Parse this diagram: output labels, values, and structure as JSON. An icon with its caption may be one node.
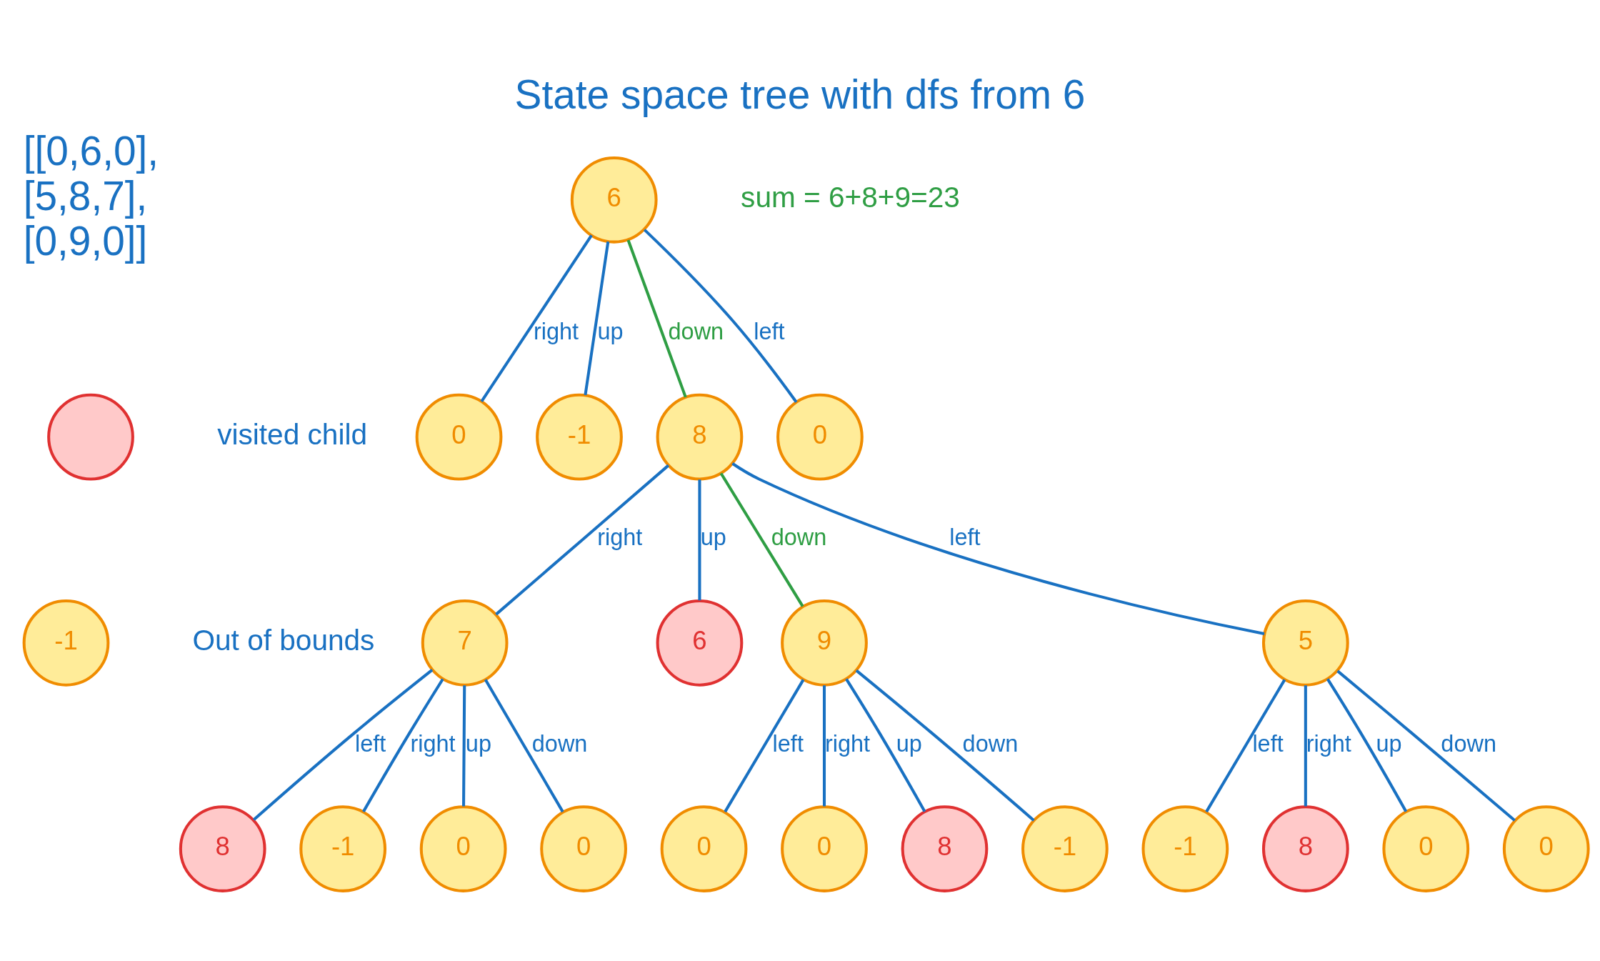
{
  "diagram": {
    "title": "State space tree with dfs from 6",
    "nodes": [
      {
        "text": [
          "6"
        ]
      },
      {
        "text": [
          "0"
        ]
      },
      {
        "text": [
          "0"
        ]
      },
      {
        "text": [
          "-1"
        ]
      },
      {
        "text": [
          "8"
        ]
      },
      {
        "text": [
          "5"
        ]
      },
      {
        "text": [
          "7"
        ]
      },
      {
        "text": [
          "6"
        ]
      },
      {
        "text": [
          "9"
        ]
      },
      {
        "text": [
          "-1"
        ]
      },
      {
        "text": [
          "8"
        ]
      },
      {
        "text": [
          "0"
        ]
      },
      {
        "text": [
          "0"
        ]
      },
      {
        "text": [
          "8"
        ]
      },
      {
        "text": [
          "-1"
        ]
      },
      {
        "text": [
          "0"
        ]
      },
      {
        "text": [
          "0"
        ]
      },
      {
        "text": [
          "0"
        ]
      },
      {
        "text": [
          "0"
        ]
      },
      {
        "text": [
          "8"
        ]
      },
      {
        "text": [
          "-1"
        ]
      },
      {
        "text": [],
        "shape": "circle"
      },
      {
        "text": [
          "-1"
        ]
      }
    ],
    "edges": [
      {
        "from": 0,
        "to": 1,
        "arrow": "none",
        "label": "left"
      },
      {
        "from": 0,
        "to": 2,
        "arrow": "none",
        "label": "right"
      },
      {
        "from": 0,
        "to": 3,
        "arrow": "none",
        "label": "up"
      },
      {
        "from": 0,
        "to": 4,
        "arrow": "none",
        "label": "down",
        "color": "#2f9e44"
      },
      {
        "from": 4,
        "to": 5,
        "arrow": "none",
        "label": "left"
      },
      {
        "from": 4,
        "to": 6,
        "arrow": "none",
        "label": "right"
      },
      {
        "from": 4,
        "to": 7,
        "arrow": "none",
        "label": "up"
      },
      {
        "from": 4,
        "to": 8,
        "arrow": "none",
        "label": "down",
        "color": "#2f9e44"
      },
      {
        "from": 5,
        "to": 9,
        "arrow": "none",
        "label": "left"
      },
      {
        "from": 5,
        "to": 10,
        "arrow": "none",
        "label": "right"
      },
      {
        "from": 5,
        "to": 11,
        "arrow": "none",
        "label": "up"
      },
      {
        "from": 5,
        "to": 12,
        "arrow": "none",
        "label": "down"
      },
      {
        "from": 6,
        "to": 13,
        "arrow": "none",
        "label": "left"
      },
      {
        "from": 6,
        "to": 14,
        "arrow": "none",
        "label": "right"
      },
      {
        "from": 6,
        "to": 15,
        "arrow": "none",
        "label": "up"
      },
      {
        "from": 6,
        "to": 16,
        "arrow": "none",
        "label": "down"
      },
      {
        "from": 8,
        "to": 17,
        "arrow": "none",
        "label": "left"
      },
      {
        "from": 8,
        "to": 18,
        "arrow": "none",
        "label": "right"
      },
      {
        "from": 8,
        "to": 19,
        "arrow": "none",
        "label": "up"
      },
      {
        "from": 8,
        "to": 20,
        "arrow": "none",
        "label": "down"
      }
    ],
    "labels": [
      "[[0,6,0], [5,8,7], [0,9,0]]",
      "sum = 6+8+9=23",
      "visited child",
      "Out of bounds"
    ]
  }
}
